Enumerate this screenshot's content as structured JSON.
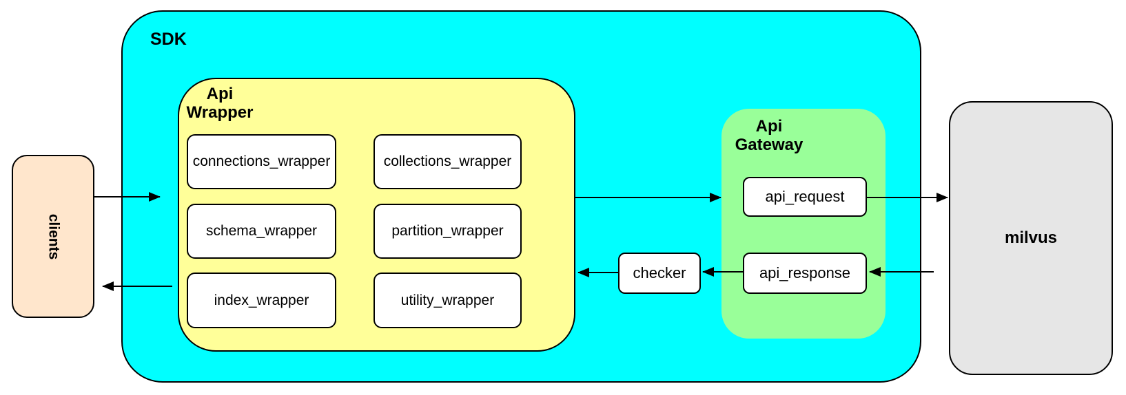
{
  "colors": {
    "sdk_fill": "#00ffff",
    "wrapper_fill": "#ffff99",
    "gateway_fill": "#99ff99",
    "clients_fill": "#ffe6cc",
    "milvus_fill": "#e6e6e6",
    "node_fill": "#ffffff",
    "stroke": "#000000"
  },
  "clients": {
    "label": "clients"
  },
  "sdk": {
    "label": "SDK"
  },
  "api_wrapper": {
    "label": "Api\nWrapper",
    "modules": [
      "connections_wrapper",
      "collections_wrapper",
      "schema_wrapper",
      "partition_wrapper",
      "index_wrapper",
      "utility_wrapper"
    ]
  },
  "checker": {
    "label": "checker"
  },
  "api_gateway": {
    "label": "Api\nGateway",
    "nodes": [
      "api_request",
      "api_response"
    ]
  },
  "milvus": {
    "label": "milvus"
  }
}
